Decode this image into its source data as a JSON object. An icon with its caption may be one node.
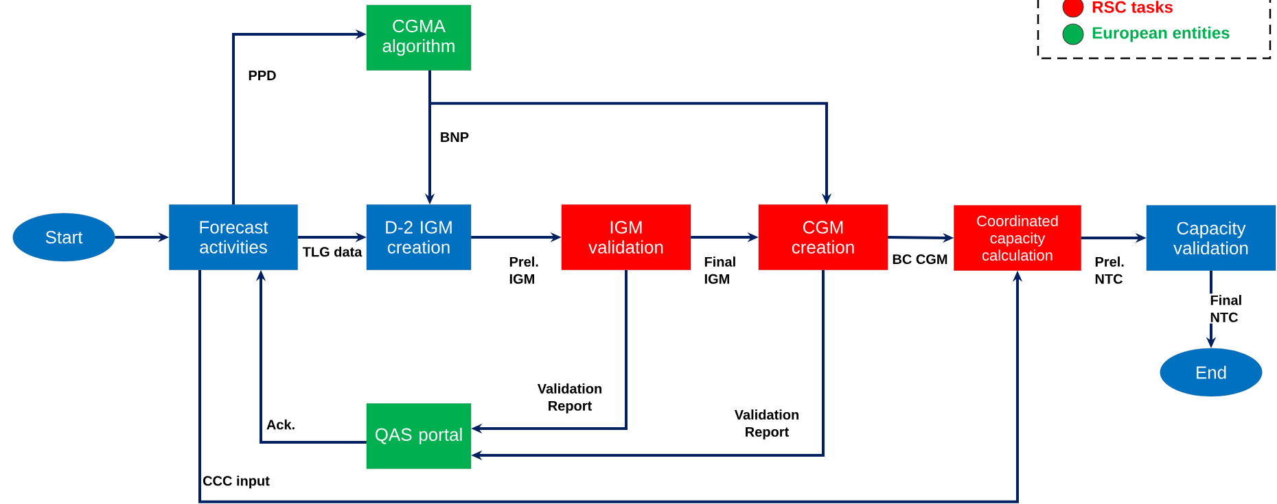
{
  "diagram": {
    "nodes": [
      {
        "text": [
          "Start"
        ]
      },
      {
        "text": [
          "Forecast activities"
        ]
      },
      {
        "text": [
          "CGMA algorithm"
        ]
      },
      {
        "text": [
          "D-2 IGM creation"
        ]
      },
      {
        "text": [
          "IGM validation"
        ]
      },
      {
        "text": [
          "CGM creation"
        ]
      },
      {
        "text": [
          "Coordinated capacity calculation"
        ]
      },
      {
        "text": [
          "Capacity validation"
        ]
      },
      {
        "text": [
          "End"
        ]
      },
      {
        "text": [
          "QAS portal"
        ]
      }
    ],
    "edges": [
      {
        "from": 0,
        "to": 1,
        "arrow": "to"
      },
      {
        "from": 1,
        "to": 2,
        "arrow": "to",
        "label": "PPD"
      },
      {
        "from": 2,
        "to": 3,
        "arrow": "to",
        "label": "BNP"
      },
      {
        "from": 2,
        "to": 5,
        "arrow": "to"
      },
      {
        "from": 1,
        "to": 3,
        "arrow": "to",
        "label": "TLG data"
      },
      {
        "from": 3,
        "to": 4,
        "arrow": "to",
        "label": "Prel. IGM"
      },
      {
        "from": 4,
        "to": 5,
        "arrow": "to",
        "label": "Final IGM"
      },
      {
        "from": 5,
        "to": 6,
        "arrow": "to",
        "label": "BC CGM"
      },
      {
        "from": 6,
        "to": 7,
        "arrow": "to",
        "label": "Prel. NTC"
      },
      {
        "from": 7,
        "to": 8,
        "arrow": "to",
        "label": "Final NTC"
      },
      {
        "from": 4,
        "to": 9,
        "arrow": "to",
        "label": "Validation Report"
      },
      {
        "from": 5,
        "to": 9,
        "arrow": "to",
        "label": "Validation Report"
      },
      {
        "from": 9,
        "to": 1,
        "arrow": "to",
        "label": "Ack."
      },
      {
        "from": 1,
        "to": 6,
        "arrow": "to",
        "label": "CCC input"
      }
    ],
    "legend": [
      {
        "text": "RSC tasks",
        "color": "#ff0000"
      },
      {
        "text": "European entities",
        "color": "#00b050"
      }
    ]
  }
}
